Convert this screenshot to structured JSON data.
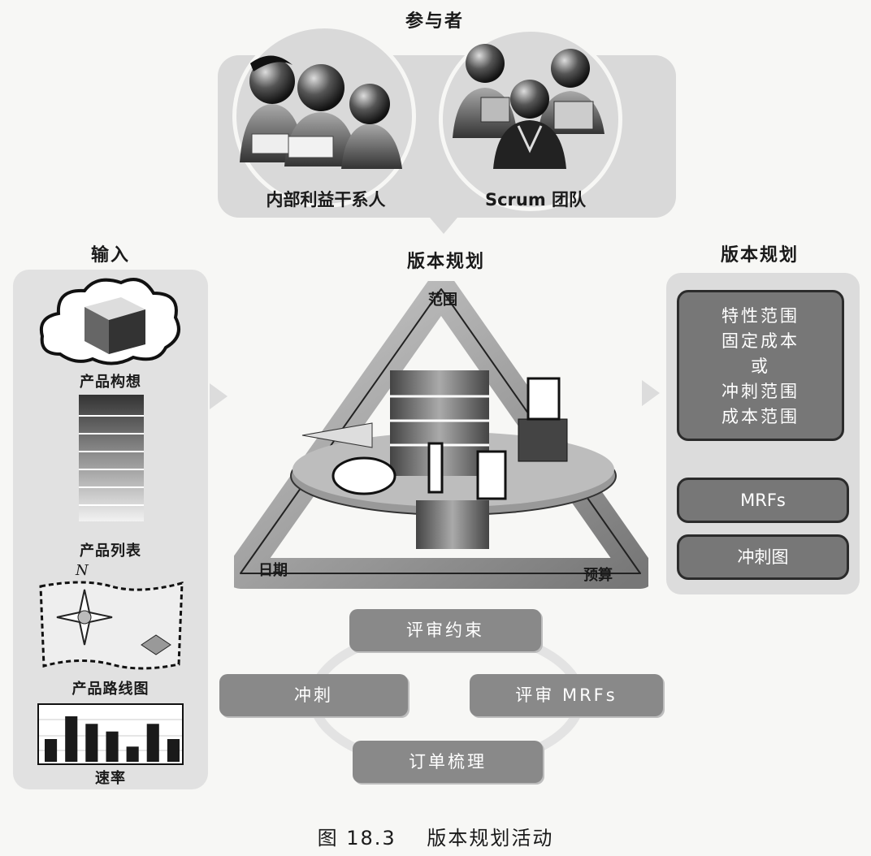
{
  "participants": {
    "heading": "参与者",
    "internal_stakeholders": "内部利益干系人",
    "scrum_team": "Scrum 团队"
  },
  "inputs": {
    "heading": "输入",
    "items": [
      "产品构想",
      "产品列表",
      "产品路线图",
      "速率"
    ],
    "map_north_label": "N",
    "velocity_bars": [
      3,
      6,
      5,
      4,
      2,
      5,
      3
    ]
  },
  "activity": {
    "heading": "版本规划",
    "triangle_labels": {
      "top": "范围",
      "left": "日期",
      "right": "预算"
    }
  },
  "outputs": {
    "heading": "版本规划",
    "main_lines": [
      "特性范围",
      "固定成本",
      "或",
      "冲刺范围",
      "成本范围"
    ],
    "mrfs": "MRFs",
    "sprint_map": "冲刺图"
  },
  "cycle": {
    "top": "评审约束",
    "left": "冲刺",
    "right": "评审 MRFs",
    "bottom": "订单梳理"
  },
  "caption": {
    "figure": "图 18.3",
    "title": "版本规划活动"
  },
  "colors": {
    "box_fill": "#777777",
    "panel_fill": "#dcdcdc"
  }
}
